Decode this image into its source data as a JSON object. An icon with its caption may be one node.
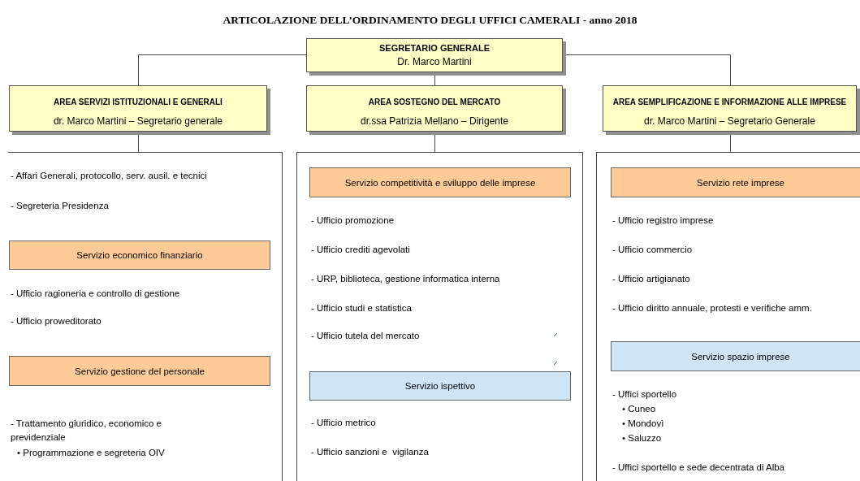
{
  "diagram": {
    "title": "ARTICOLAZIONE DELL’ORDINAMENTO DEGLI UFFICI CAMERALI - anno 2018",
    "nodes": [
      {
        "text": [
          "SEGRETARIO GENERALE",
          "Dr. Marco Martini"
        ]
      },
      {
        "text": [
          "AREA SERVIZI ISTITUZIONALI E GENERALI",
          "dr. Marco Martini – Segretario generale"
        ]
      },
      {
        "text": [
          "AREA SOSTEGNO DEL MERCATO",
          "dr.ssa Patrizia Mellano – Dirigente"
        ]
      },
      {
        "text": [
          "AREA SEMPLIFICAZIONE E INFORMAZIONE ALLE IMPRESE",
          "dr. Marco Martini – Segretario Generale"
        ]
      },
      {
        "text": [
          "- Affari Generali, protocollo, serv. ausil. e tecnici",
          "- Segreteria Presidenza"
        ]
      },
      {
        "text": [
          "Servizio economico finanziario"
        ],
        "in": 4,
        "beside": [
          "- Ufficio ragioneria e controllo di gestione",
          "- Ufficio proweditorato"
        ]
      },
      {
        "text": [
          "Servizio gestione del personale"
        ],
        "in": 4,
        "beside": [
          "- Trattamento giuridico, economico e previdenziale",
          "• Programmazione e segreteria OIV"
        ]
      },
      {
        "text": [],
        "shape": "box"
      },
      {
        "text": [
          "Servizio competitività e sviluppo delle imprese"
        ],
        "in": 7,
        "beside": [
          "- Ufficio promozione",
          "- Ufficio crediti agevolati",
          "- URP, biblioteca, gestione informatica interna",
          "- Ufficio studi e statistica",
          "- Ufficio tutela del mercato"
        ]
      },
      {
        "text": [
          "Servizio ispettivo"
        ],
        "in": 7,
        "beside": [
          "- Ufficio metrico",
          "- Ufficio sanzioni e  vigilanza"
        ]
      },
      {
        "text": [],
        "shape": "box"
      },
      {
        "text": [
          "Servizio rete imprese"
        ],
        "in": 10,
        "beside": [
          "- Ufficio registro imprese",
          "- Ufficio commercio",
          "- Ufficio artigianato",
          "- Ufficio diritto annuale, protesti e verifiche amm."
        ]
      },
      {
        "text": [
          "Servizio spazio imprese"
        ],
        "in": 10,
        "beside": [
          "- Uffici sportello",
          "• Cuneo",
          "• Mondovì",
          "• Saluzzo",
          "- Uffici sportello e sede decentrata di Alba"
        ]
      }
    ],
    "edges": [
      {
        "from": 0,
        "to": 1,
        "arrow": "none"
      },
      {
        "from": 0,
        "to": 2,
        "arrow": "none"
      },
      {
        "from": 0,
        "to": 3,
        "arrow": "none"
      },
      {
        "from": 1,
        "to": 4,
        "arrow": "none"
      },
      {
        "from": 2,
        "to": 7,
        "arrow": "none"
      },
      {
        "from": 3,
        "to": 10,
        "arrow": "none"
      }
    ]
  }
}
